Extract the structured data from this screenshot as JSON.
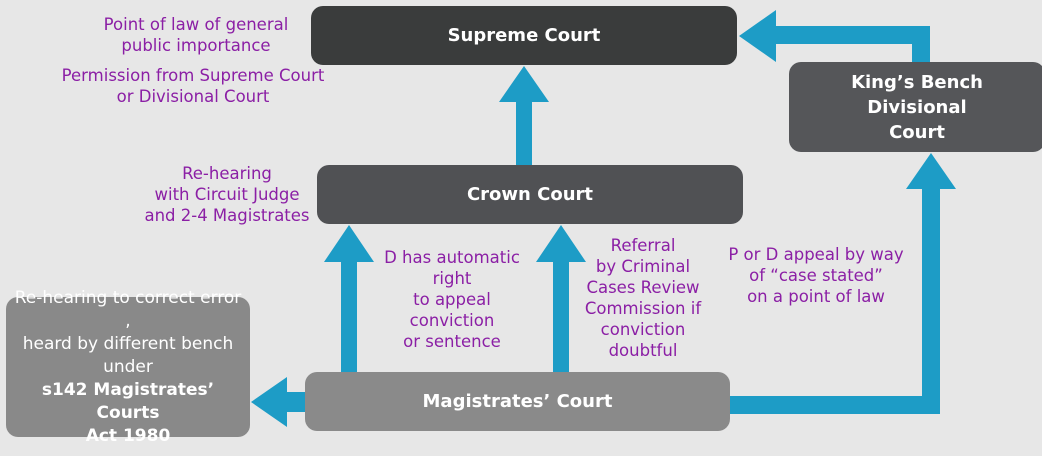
{
  "courts": {
    "supreme": "Supreme Court",
    "kings_bench": [
      "King’s Bench Divisional",
      "Court"
    ],
    "crown": "Crown Court",
    "magistrates": "Magistrates’ Court"
  },
  "rehearing_box": {
    "lines": [
      "Re-hearing to correct error ,",
      "heard by different bench",
      "under"
    ],
    "bold_lines": [
      "s142 Magistrates’ Courts",
      "Act 1980"
    ]
  },
  "notes": {
    "supreme_point": [
      "Point of law of general",
      "public importance"
    ],
    "supreme_permission": [
      "Permission from Supreme Court",
      "or Divisional Court"
    ],
    "crown_rehearing": [
      "Re-hearing",
      "with Circuit Judge",
      "and 2-4 Magistrates"
    ],
    "d_appeal": [
      "D has automatic",
      "right",
      "to appeal",
      "conviction",
      "or sentence"
    ],
    "referral": [
      "Referral",
      "by Criminal",
      "Cases Review",
      "Commission if",
      "conviction",
      "doubtful"
    ],
    "case_stated": [
      "P or D appeal by way",
      "of “case stated”",
      "on a point of law"
    ]
  },
  "colors": {
    "arrow": "#1d9cc6",
    "supreme_box": "#3a3c3c",
    "kings_box": "#555659",
    "crown_box": "#505154",
    "magistrates_box": "#8a8a8a",
    "rehearing_box": "#898989",
    "note_text": "#8b1fa5"
  }
}
